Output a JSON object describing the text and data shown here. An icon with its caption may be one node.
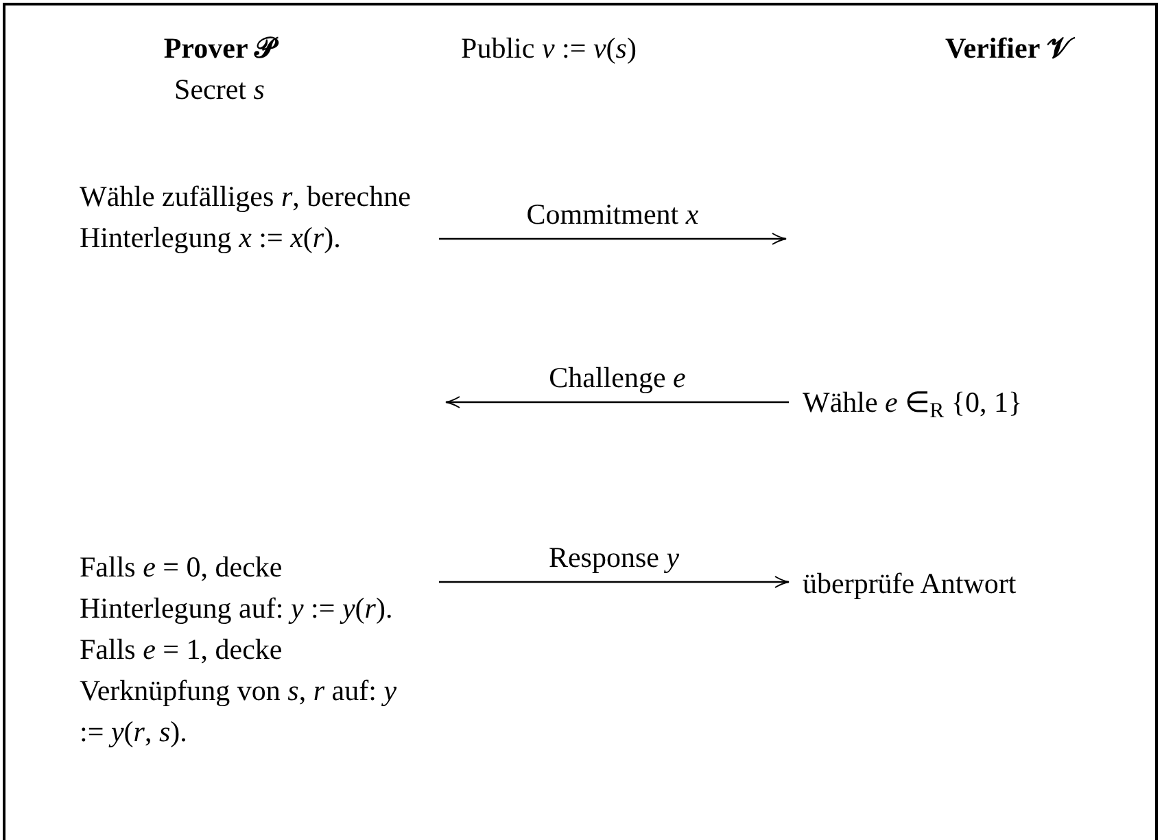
{
  "diagram": {
    "nodes": [
      {
        "text": [
          "Prover 𝒫",
          "Secret *s*"
        ]
      },
      {
        "text": [
          "Public *v* := *v*(*s*)"
        ]
      },
      {
        "text": [
          "Verifier 𝒱"
        ]
      },
      {
        "text": [
          "Wähle zufälliges *r*, berechne Hinterlegung *x* := *x*(*r*)."
        ]
      },
      {
        "text": [
          "Wähle *e* ∈$_{R}$ {0, 1}"
        ]
      },
      {
        "text": [
          "Falls *e* = 0, decke Hinterlegung auf: *y* := *y*(*r*). Falls *e* = 1, decke Verknüpfung von *s*, *r* auf: *y* := *y*(*r*, *s*)."
        ]
      },
      {
        "text": [
          "überprüfe Antwort"
        ]
      }
    ],
    "edges": [
      {
        "from": 3,
        "to": null,
        "arrow": "to",
        "label": "Commitment *x*"
      },
      {
        "from": 4,
        "to": null,
        "arrow": "to",
        "label": "Challenge *e*"
      },
      {
        "from": 5,
        "to": 6,
        "arrow": "to",
        "label": "Response *y*"
      }
    ]
  }
}
